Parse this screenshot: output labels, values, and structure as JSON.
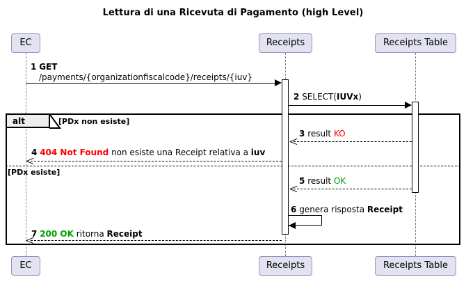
{
  "diagram": {
    "type": "uml-sequence-diagram",
    "title": "Lettura di una Ricevuta di Pagamento (high Level)",
    "colors": {
      "participant_fill": "#E2E2F0",
      "participant_border": "#9393B8",
      "lifeline": "#808080",
      "error": "#FF0000",
      "success": "#00A000",
      "fragment_tab_fill": "#EEEEEE"
    }
  },
  "participants": [
    {
      "id": "ec",
      "label": "EC"
    },
    {
      "id": "receipts",
      "label": "Receipts"
    },
    {
      "id": "receipts_table",
      "label": "Receipts Table"
    }
  ],
  "messages": [
    {
      "number": "1",
      "from": "ec",
      "to": "receipts",
      "style": "solid",
      "line1_bold": "GET",
      "line2": "/payments/{organizationfiscalcode}/receipts/{iuv}"
    },
    {
      "number": "2",
      "from": "receipts",
      "to": "receipts_table",
      "style": "solid",
      "text_plain": "SELECT(",
      "text_bold": "IUVx",
      "text_tail": ")"
    },
    {
      "number": "3",
      "from": "receipts_table",
      "to": "receipts",
      "style": "dashed",
      "text_plain": "result ",
      "text_status": "KO",
      "status_color": "error"
    },
    {
      "number": "4",
      "from": "receipts",
      "to": "ec",
      "style": "dashed",
      "text_status": "404 Not Found",
      "status_color": "error",
      "text_plain": " non esiste una Receipt relativa a ",
      "text_bold": "iuv"
    },
    {
      "number": "5",
      "from": "receipts_table",
      "to": "receipts",
      "style": "dashed",
      "text_plain": "result ",
      "text_status": "OK",
      "status_color": "success"
    },
    {
      "number": "6",
      "from": "receipts",
      "to": "receipts",
      "style": "self",
      "text_plain": "genera risposta ",
      "text_bold": "Receipt"
    },
    {
      "number": "7",
      "from": "receipts",
      "to": "ec",
      "style": "dashed",
      "text_status": "200 OK",
      "status_color": "success",
      "text_plain": " ritorna ",
      "text_bold": "Receipt"
    }
  ],
  "fragment": {
    "operator": "alt",
    "guards": [
      {
        "label": "[PDx non esiste]"
      },
      {
        "label": "[PDx esiste]"
      }
    ]
  }
}
